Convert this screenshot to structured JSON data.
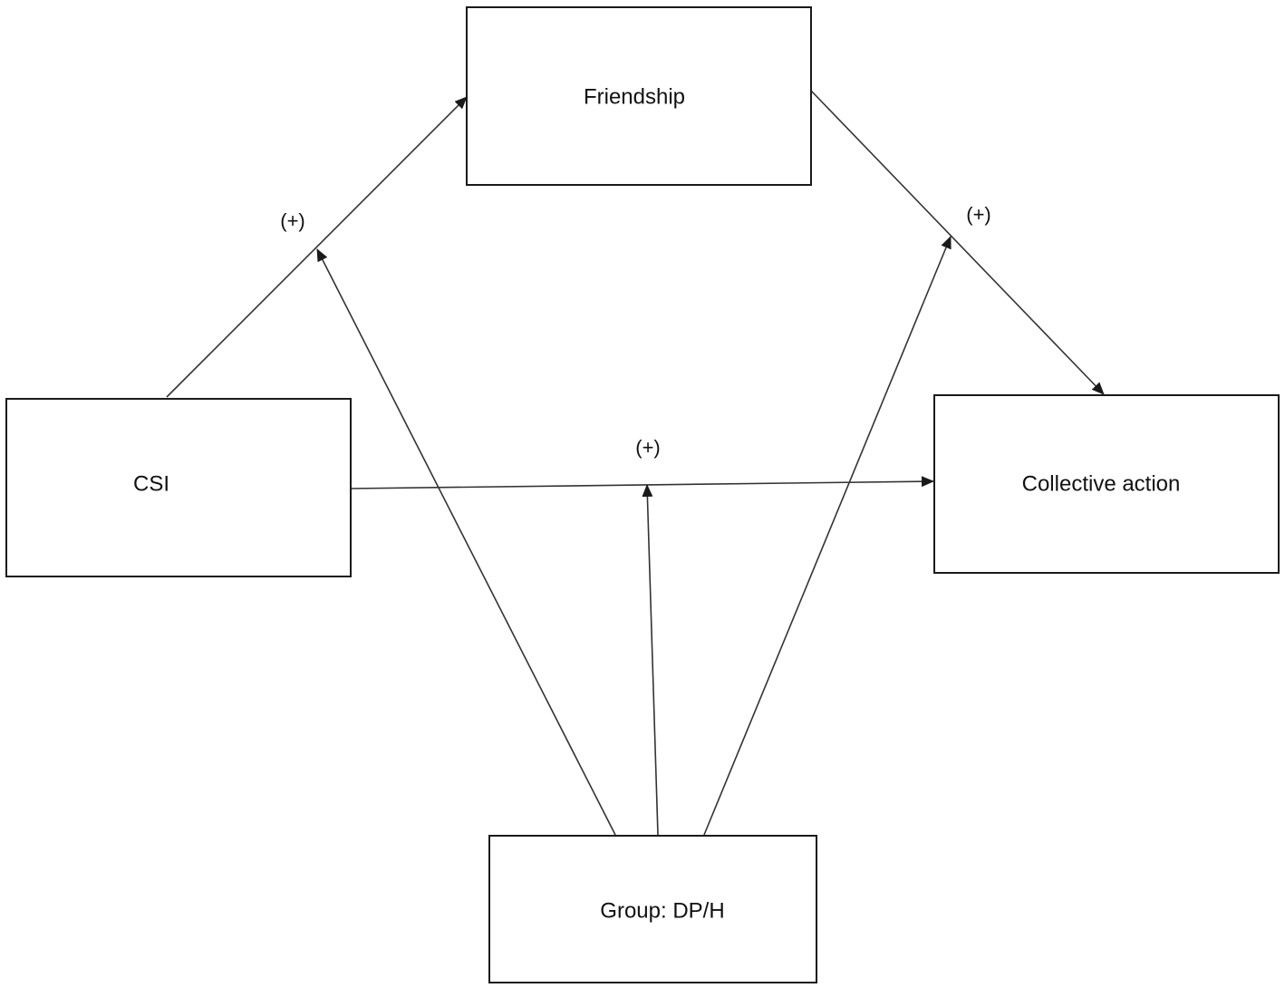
{
  "nodes": {
    "friendship": {
      "label": "Friendship"
    },
    "csi": {
      "label": "CSI"
    },
    "collective_action": {
      "label": "Collective action"
    },
    "group": {
      "label": "Group: DP/H"
    }
  },
  "edges": {
    "csi_to_friendship": {
      "label": "(+)"
    },
    "friendship_to_collective": {
      "label": "(+)"
    },
    "csi_to_collective": {
      "label": "(+)"
    }
  },
  "moderation": {
    "group_to_csi_friendship": {
      "from": "group",
      "target": "csi_to_friendship"
    },
    "group_to_csi_collective": {
      "from": "group",
      "target": "csi_to_collective"
    },
    "group_to_friendship_collective": {
      "from": "group",
      "target": "friendship_to_collective"
    }
  },
  "colors": {
    "stroke": "#1a1a1a",
    "text": "#111111",
    "background": "#ffffff"
  }
}
